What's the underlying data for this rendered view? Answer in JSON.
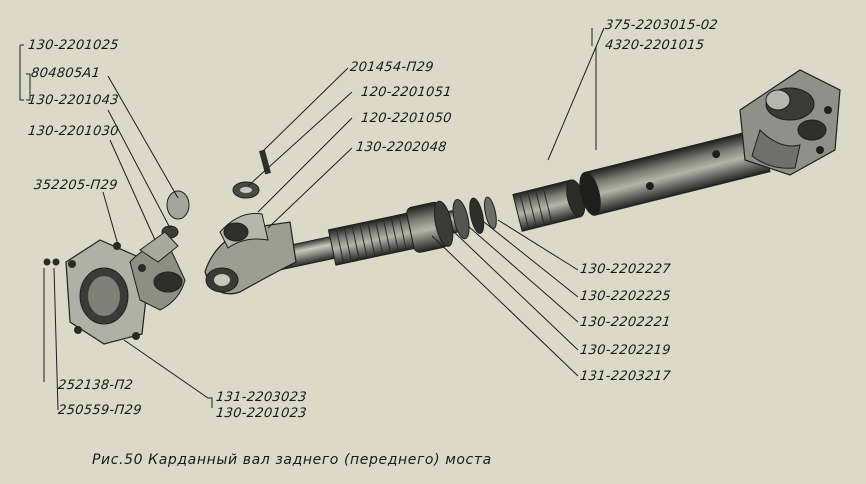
{
  "labels": {
    "l1": "130-2201025",
    "l2": "804805А1",
    "l3": "130-2201043",
    "l4": "130-2201030",
    "l5": "352205-П29",
    "l6": "252138-П2",
    "l7": "250559-П29",
    "l8": "201454-П29",
    "l9": "120-2201051",
    "l10": "120-2201050",
    "l11": "130-2202048",
    "l12": "375-2203015-02",
    "l13": "4320-2201015",
    "l14": "130-2202227",
    "l15": "130-2202225",
    "l16": "130-2202221",
    "l17": "130-2202219",
    "l18": "131-2203217",
    "l19": "131-2203023",
    "l20": "130-2201023"
  },
  "caption": "Рис.50 Карданный вал заднего (переднего) моста",
  "colors": {
    "background": "#d9dbc8",
    "metal_dark": "#2a2a2a",
    "metal_mid": "#6b6b63",
    "metal_light": "#b9bab0",
    "line": "#1f1f1f"
  }
}
